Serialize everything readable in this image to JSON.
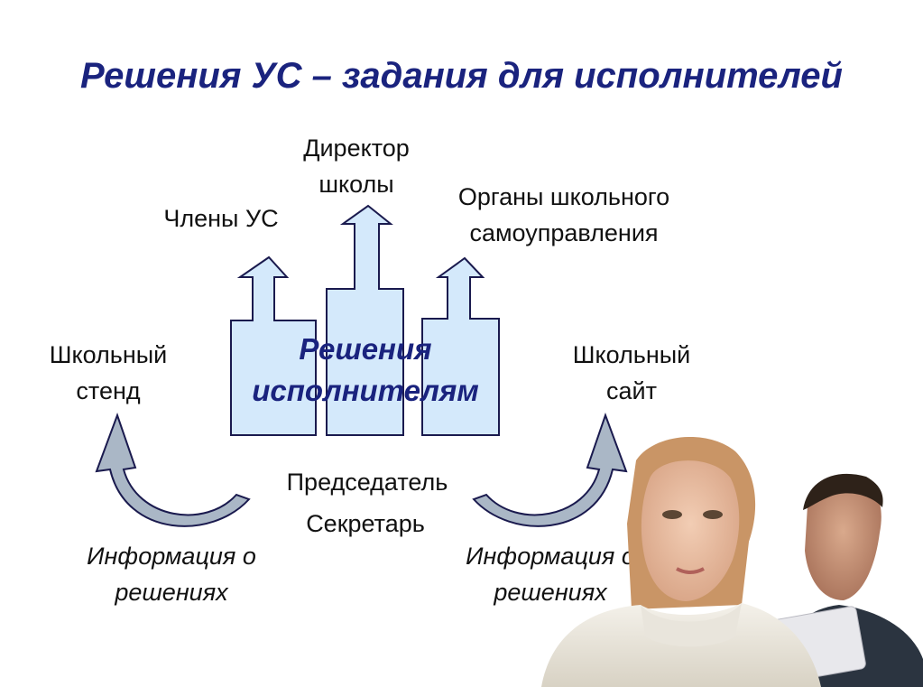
{
  "title": "Решения УС – задания для исполнителей",
  "nodes": {
    "director": "Директор\nшколы",
    "council_members": "Члены УС",
    "self_government": "Органы школьного\nсамоуправления",
    "school_board": "Школьный\nстенд",
    "school_site": "Школьный\nсайт",
    "decisions": "Решения\nисполнителям",
    "chairman": "Председатель",
    "secretary": "Секретарь",
    "info_left": "Информация о\nрешениях",
    "info_right": "Информация о\nрешениях"
  },
  "colors": {
    "title": "#1a237e",
    "arrow_fill": "#d4e9fb",
    "arrow_stroke": "#1a1a4e",
    "curved_arrow_fill": "#aab7c6"
  }
}
